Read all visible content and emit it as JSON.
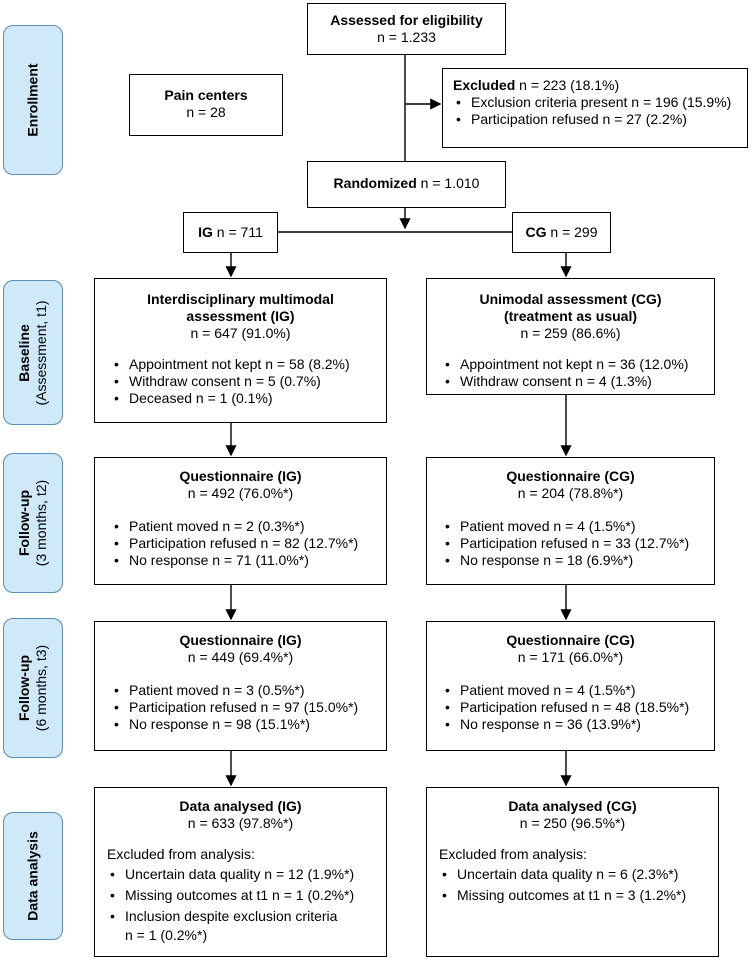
{
  "stages": {
    "enrollment": "Enrollment",
    "baseline_title": "Baseline",
    "baseline_sub": "(Assessment, t1)",
    "fu1_title": "Follow-up",
    "fu1_sub": "(3 months, t2)",
    "fu2_title": "Follow-up",
    "fu2_sub": "(6 months, t3)",
    "analysis": "Data analysis"
  },
  "assessed": {
    "title": "Assessed for eligibility",
    "n": "n = 1.233"
  },
  "pain_centers": {
    "title": "Pain centers",
    "n": "n = 28"
  },
  "excluded": {
    "title": "Excluded",
    "n": " n = 223 (18.1%)",
    "items": [
      "Exclusion criteria present n = 196 (15.9%)",
      "Participation refused n = 27 (2.2%)"
    ]
  },
  "randomized": {
    "title": "Randomized",
    "n": " n = 1.010"
  },
  "ig": {
    "title": "IG",
    "n": " n = 711"
  },
  "cg": {
    "title": "CG",
    "n": " n = 299"
  },
  "baseline_ig": {
    "title1": "Interdisciplinary multimodal",
    "title2": "assessment (IG)",
    "n": "n = 647 (91.0%)",
    "items": [
      "Appointment not kept n = 58 (8.2%)",
      "Withdraw consent n = 5 (0.7%)",
      "Deceased n = 1 (0.1%)"
    ]
  },
  "baseline_cg": {
    "title1": "Unimodal assessment (CG)",
    "title2": "(treatment as usual)",
    "n": "n = 259 (86.6%)",
    "items": [
      "Appointment not kept n = 36 (12.0%)",
      "Withdraw consent n = 4 (1.3%)"
    ]
  },
  "fu1_ig": {
    "title": "Questionnaire (IG)",
    "n": "n = 492 (76.0%*)",
    "items": [
      "Patient moved n = 2 (0.3%*)",
      "Participation refused n = 82 (12.7%*)",
      "No response n = 71 (11.0%*)"
    ]
  },
  "fu1_cg": {
    "title": "Questionnaire (CG)",
    "n": "n = 204 (78.8%*)",
    "items": [
      "Patient moved n = 4 (1.5%*)",
      "Participation refused n = 33 (12.7%*)",
      "No response n = 18 (6.9%*)"
    ]
  },
  "fu2_ig": {
    "title": "Questionnaire (IG)",
    "n": "n = 449 (69.4%*)",
    "items": [
      "Patient moved n = 3 (0.5%*)",
      "Participation refused n = 97 (15.0%*)",
      "No response n = 98 (15.1%*)"
    ]
  },
  "fu2_cg": {
    "title": "Questionnaire (CG)",
    "n": "n = 171 (66.0%*)",
    "items": [
      "Patient moved n = 4 (1.5%*)",
      "Participation refused n = 48 (18.5%*)",
      "No response n = 36 (13.9%*)"
    ]
  },
  "da_ig": {
    "title": "Data analysed (IG)",
    "n": "n = 633 (97.8%*)",
    "excl_label": "Excluded from analysis:",
    "items": [
      "Uncertain data quality n = 12 (1.9%*)",
      "Missing outcomes at t1 n = 1 (0.2%*)",
      "Inclusion despite exclusion criteria",
      "n = 1 (0.2%*)"
    ]
  },
  "da_cg": {
    "title": "Data analysed (CG)",
    "n": "n = 250 (96.5%*)",
    "excl_label": "Excluded from analysis:",
    "items": [
      "Uncertain data quality n = 6 (2.3%*)",
      "Missing outcomes at t1 n = 3 (1.2%*)"
    ]
  }
}
